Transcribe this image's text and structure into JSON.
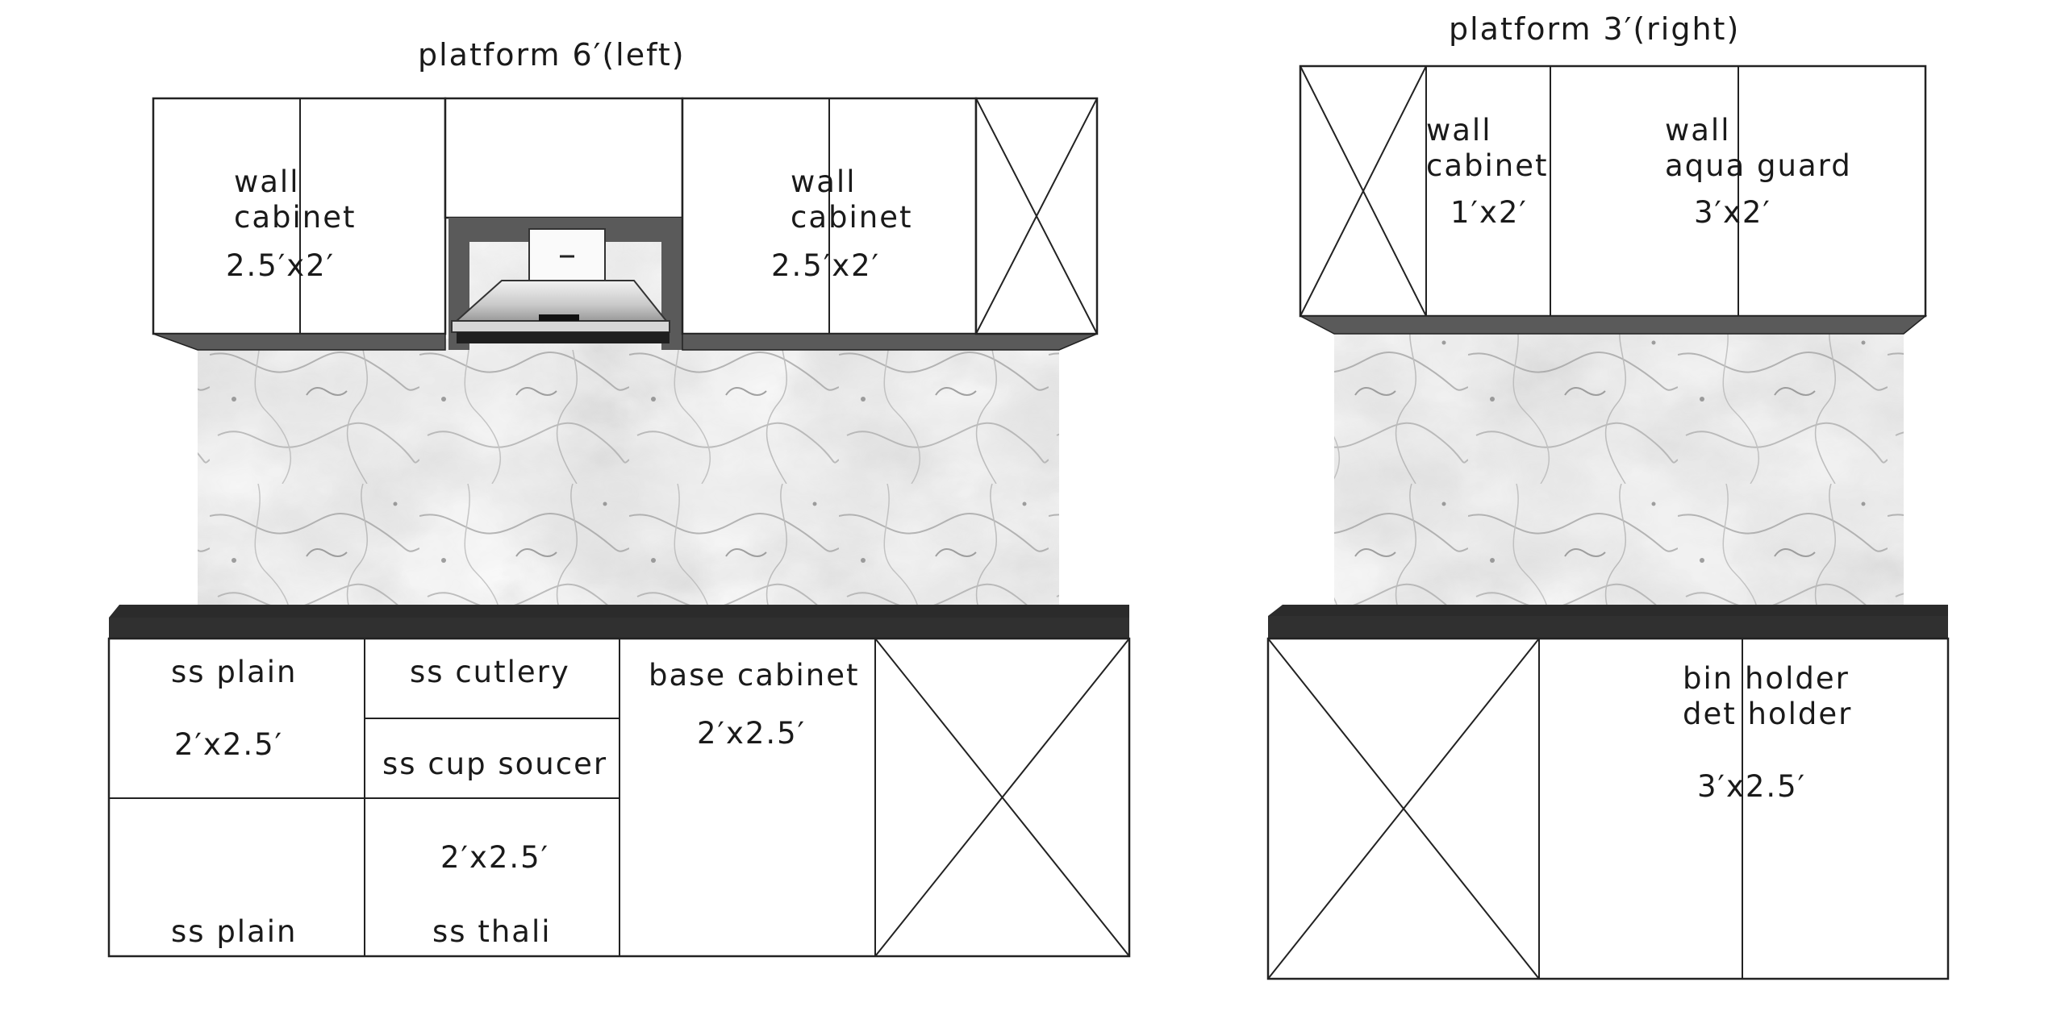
{
  "left_platform": {
    "title": "platform 6′(left)",
    "wall_cabinet_1": {
      "line1": "wall",
      "line2": "cabinet",
      "size": "2.5′x2′"
    },
    "wall_cabinet_2": {
      "line1": "wall",
      "line2": "cabinet",
      "size": "2.5′x2′"
    },
    "base": {
      "ss_plain_top": "ss plain",
      "ss_plain_top_size": "2′x2.5′",
      "ss_plain_bottom": "ss plain",
      "ss_cutlery": "ss cutlery",
      "ss_cup_soucer": "ss cup soucer",
      "ss_thali_size": "2′x2.5′",
      "ss_thali": "ss thali",
      "base_cabinet": "base cabinet",
      "base_cabinet_size": "2′x2.5′"
    }
  },
  "right_platform": {
    "title": "platform 3′(right)",
    "wall_cabinet": {
      "line1": "wall",
      "line2": "cabinet",
      "size": "1′x2′"
    },
    "wall_aqua_guard": {
      "line1": "wall",
      "line2": "aqua guard",
      "size": "3′x2′"
    },
    "base": {
      "line1": "bin holder",
      "line2": "det holder",
      "size": "3′x2.5′"
    }
  },
  "colors": {
    "line": "#222222",
    "countertop": "#2b2b2b",
    "shadow": "#5a5a5a",
    "marble_base": "#e3e3e3",
    "marble_vein": "#8a8a8a"
  }
}
